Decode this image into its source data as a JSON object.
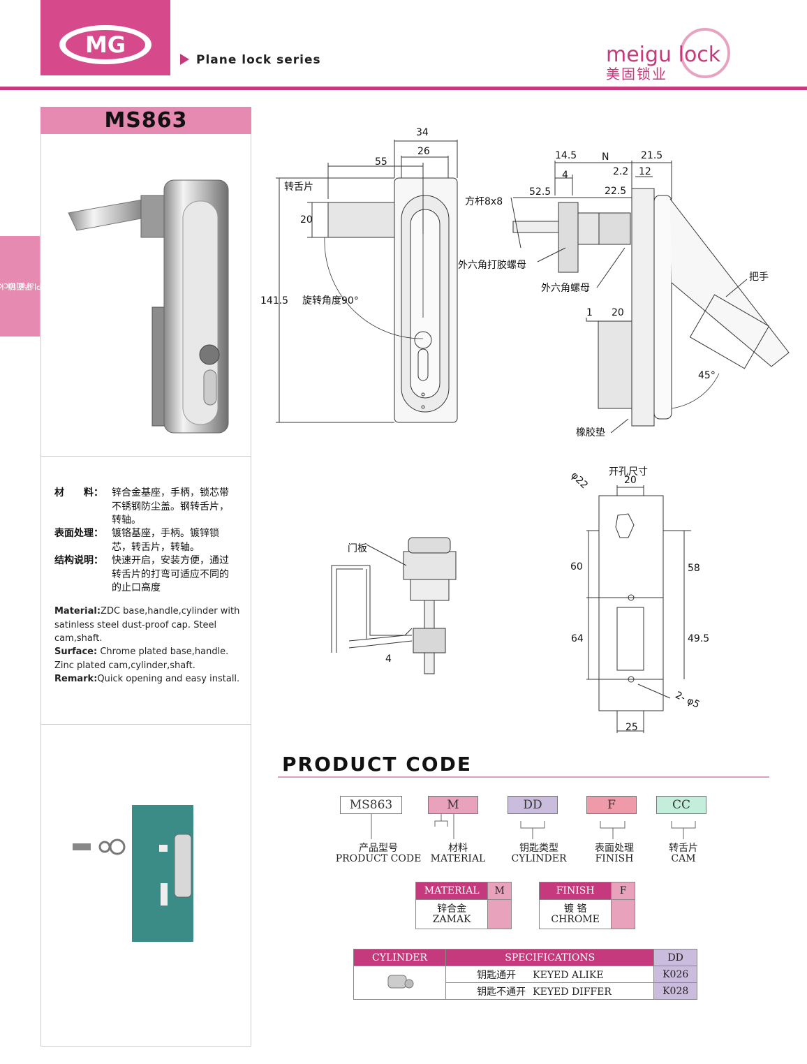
{
  "header": {
    "logo_text": "MG",
    "series_title": "Plane lock series",
    "brand_name": "meigu lock",
    "brand_name_cn": "美固锁业"
  },
  "side_tab": {
    "label_cn": "平面锁",
    "label_en": "Plane lock"
  },
  "product": {
    "model": "MS863"
  },
  "specs_cn": [
    {
      "key": "材　　料：",
      "value": "锌合金基座，手柄，锁芯带不锈钢防尘盖。钢转舌片，转轴。"
    },
    {
      "key": "表面处理：",
      "value": "镀铬基座，手柄。镀锌锁芯，转舌片，转轴。"
    },
    {
      "key": "结构说明：",
      "value": "快速开启，安装方便，通过转舌片的打弯可适应不同的的止口高度"
    }
  ],
  "specs_en": [
    {
      "key": "Material:",
      "value": "ZDC base,handle,cylinder with satinless steel dust-proof cap. Steel cam,shaft."
    },
    {
      "key": "Surface:",
      "value": " Chrome plated base,handle. Zinc plated cam,cylinder,shaft."
    },
    {
      "key": "Remark:",
      "value": "Quick opening and easy install."
    }
  ],
  "front_view": {
    "dims": {
      "d34": "34",
      "d26": "26",
      "d55": "55",
      "d20": "20",
      "d141": "141.5"
    },
    "labels": {
      "cam": "转舌片",
      "rotation": "旋转角度90°"
    }
  },
  "side_view": {
    "dims": {
      "d14_5": "14.5",
      "dN": "N",
      "d21_5": "21.5",
      "d4": "4",
      "d2_2": "2.2",
      "d12": "12",
      "d52_5": "52.5",
      "d22_5": "22.5",
      "d1": "1",
      "d20": "20",
      "d45": "45°"
    },
    "labels": {
      "rod": "方杆8x8",
      "glue_nut": "外六角打胶螺母",
      "hex_nut": "外六角螺母",
      "handle": "把手",
      "gasket": "橡胶垫"
    }
  },
  "door_view": {
    "labels": {
      "door": "门板"
    },
    "dims": {
      "d4": "4"
    }
  },
  "cutout": {
    "title": "开孔尺寸",
    "dims": {
      "d22": "φ22",
      "d20": "20",
      "d60": "60",
      "d58": "58",
      "d64": "64",
      "d49_5": "49.5",
      "d2_5": "2- φ5",
      "d25": "25"
    }
  },
  "product_code": {
    "title": "PRODUCT CODE",
    "boxes": [
      {
        "code": "MS863",
        "cn": "产品型号",
        "en": "PRODUCT CODE",
        "color": "#ffffff"
      },
      {
        "code": "M",
        "cn": "材料",
        "en": "MATERIAL",
        "color": "#e9a2bb"
      },
      {
        "code": "DD",
        "cn": "钥匙类型",
        "en": "CYLINDER",
        "color": "#c9bcdc"
      },
      {
        "code": "F",
        "cn": "表面处理",
        "en": "FINISH",
        "color": "#ef9aa8"
      },
      {
        "code": "CC",
        "cn": "转舌片",
        "en": "CAM",
        "color": "#c3eedc"
      }
    ]
  },
  "material_table": {
    "header": "MATERIAL",
    "code": "M",
    "cn": "锌合金",
    "en": "ZAMAK"
  },
  "finish_table": {
    "header": "FINISH",
    "code": "F",
    "cn": "镀 铬",
    "en": "CHROME"
  },
  "cylinder_table": {
    "headers": [
      "CYLINDER",
      "SPECIFICATIONS",
      "DD"
    ],
    "rows": [
      {
        "cn": "钥匙通开",
        "en": "KEYED ALIKE",
        "code": "K026"
      },
      {
        "cn": "钥匙不通开",
        "en": "KEYED DIFFER",
        "code": "K028"
      }
    ]
  },
  "colors": {
    "brand_pink": "#c43a7c",
    "light_pink": "#e68ab1",
    "teal_panel": "#3b8c86"
  }
}
